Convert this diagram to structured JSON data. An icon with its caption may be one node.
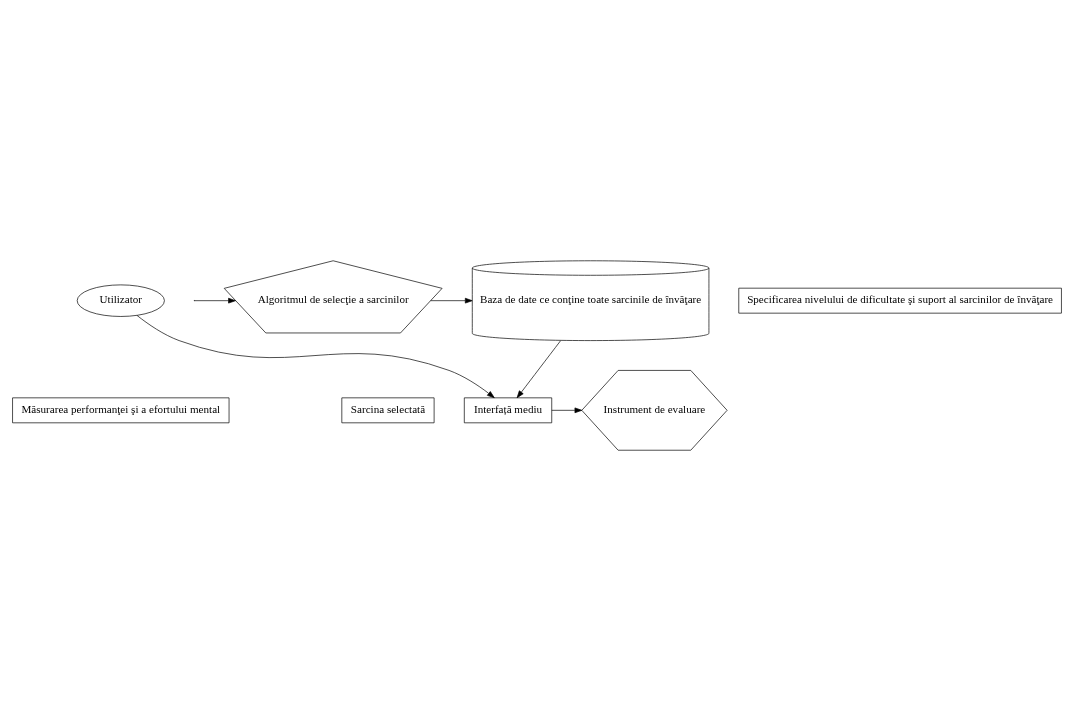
{
  "diagram": {
    "nodes": [
      {
        "text": [
          "Utilizator"
        ]
      },
      {
        "text": [
          "Sarcina selectată"
        ]
      },
      {
        "text": [
          "Interfață mediu"
        ]
      },
      {
        "text": [
          "Instrument de evaluare"
        ]
      },
      {
        "text": [
          "Măsurarea performanţei şi a efortului mental"
        ]
      },
      {
        "text": [
          "Baza de date ce conţine toate sarcinile de învăţare"
        ]
      },
      {
        "text": [
          "Specificarea nivelului de dificultate şi suport al sarcinilor de învăţare"
        ]
      },
      {
        "text": [
          "Algoritmul de selecţie a sarcinilor"
        ]
      }
    ],
    "edges": [
      {
        "from": 0,
        "to": 2,
        "arrow": "to"
      },
      {
        "from": 5,
        "to": 2,
        "arrow": "to"
      },
      {
        "from": 2,
        "to": 3,
        "arrow": "to"
      },
      {
        "from": 7,
        "to": 5,
        "arrow": "to"
      },
      {
        "from": null,
        "to": 7,
        "arrow": "to"
      }
    ]
  }
}
